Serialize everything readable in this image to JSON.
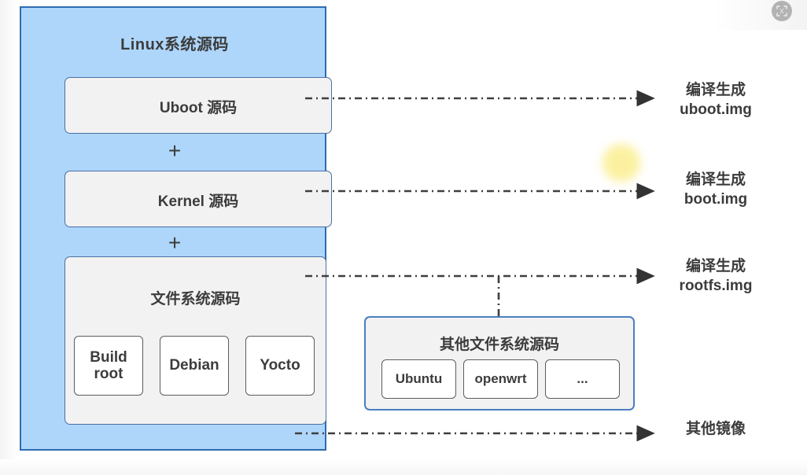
{
  "diagram": {
    "panel": {
      "title": "Linux系统源码",
      "fill_color": "#aed6fb",
      "border_color": "#2e6cb0"
    },
    "components": [
      {
        "id": "uboot",
        "label": "Uboot 源码"
      },
      {
        "id": "kernel",
        "label": "Kernel 源码"
      },
      {
        "id": "rootfs",
        "label": "文件系统源码"
      }
    ],
    "separators": [
      {
        "symbol": "+"
      },
      {
        "symbol": "+"
      }
    ],
    "rootfs_options": [
      {
        "label": "Build\nroot"
      },
      {
        "label": "Debian"
      },
      {
        "label": "Yocto"
      }
    ],
    "other_filesystem": {
      "title": "其他文件系统源码",
      "options": [
        {
          "label": "Ubuntu"
        },
        {
          "label": "openwrt"
        },
        {
          "label": "..."
        }
      ]
    },
    "outputs": [
      {
        "id": "uboot-img",
        "label": "编译生成\nuboot.img"
      },
      {
        "id": "boot-img",
        "label": "编译生成\nboot.img"
      },
      {
        "id": "rootfs-img",
        "label": "编译生成\nrootfs.img"
      },
      {
        "id": "other-img",
        "label": "其他镜像"
      }
    ],
    "brace": {
      "orientation": "right-pointing",
      "color": "#4d4d4d"
    },
    "arrow_style": {
      "line": "dash-dot",
      "color": "#3f3f3f",
      "head": "solid-triangle"
    }
  },
  "overlay": {
    "cursor_highlight_color": "#fbf09a",
    "badge_icon": "fullscreen-frame-icon"
  }
}
